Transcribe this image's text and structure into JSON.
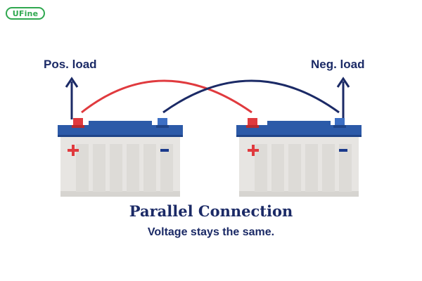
{
  "logo": {
    "text": "UFine",
    "color": "#2fa84f"
  },
  "labels": {
    "positive_load": "Pos. load",
    "negative_load": "Neg. load"
  },
  "title": "Parallel Connection",
  "subtitle": "Voltage stays the same.",
  "colors": {
    "navy": "#1b2a66",
    "positive_wire": "#e03a3e",
    "negative_wire": "#1b2a66",
    "battery_lid": "#2c5aa8",
    "battery_body": "#e7e5e2",
    "plus_sign": "#e03a3e",
    "minus_sign": "#1b3a8c"
  }
}
